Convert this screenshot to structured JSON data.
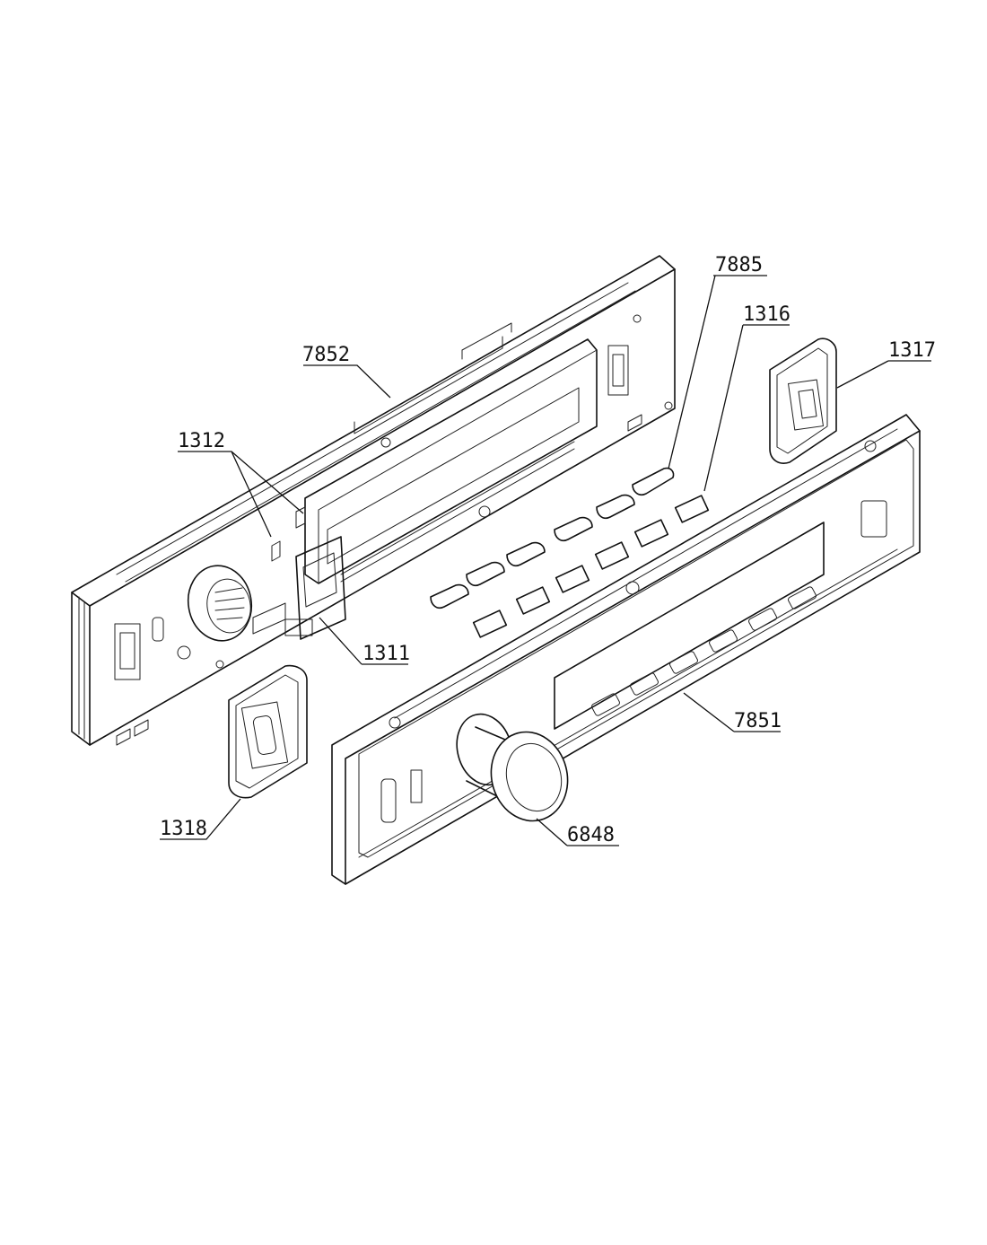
{
  "callouts": {
    "p7852": "7852",
    "p7885": "7885",
    "p1316": "1316",
    "p1317": "1317",
    "p1312": "1312",
    "p1311": "1311",
    "p1318": "1318",
    "p7851": "7851",
    "p6848": "6848"
  },
  "colors": {
    "line": "#111111",
    "background": "#ffffff"
  }
}
